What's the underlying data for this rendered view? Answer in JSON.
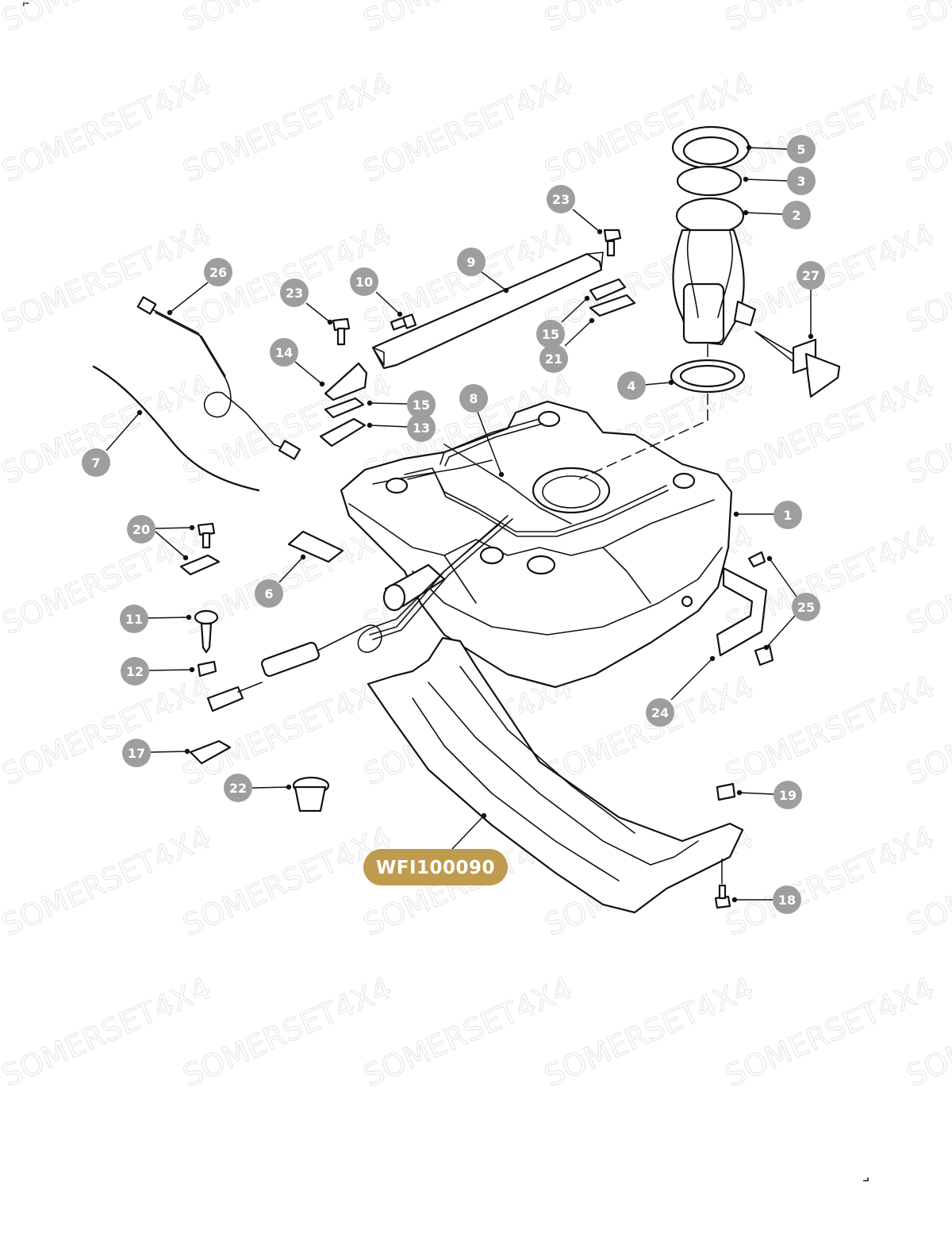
{
  "watermark": "SOMERSET4X4",
  "reference_code": "WFI100090",
  "colors": {
    "callout_fill": "#9e9e9e",
    "reference_fill": "#bf9b4e",
    "line": "#111111",
    "watermark": "#e3e3e3"
  },
  "callouts": [
    {
      "id": "c5",
      "label": "5"
    },
    {
      "id": "c3",
      "label": "3"
    },
    {
      "id": "c2",
      "label": "2"
    },
    {
      "id": "c27",
      "label": "27"
    },
    {
      "id": "c4",
      "label": "4"
    },
    {
      "id": "c1",
      "label": "1"
    },
    {
      "id": "c23a",
      "label": "23"
    },
    {
      "id": "c9",
      "label": "9"
    },
    {
      "id": "c15a",
      "label": "15"
    },
    {
      "id": "c21",
      "label": "21"
    },
    {
      "id": "c10",
      "label": "10"
    },
    {
      "id": "c23b",
      "label": "23"
    },
    {
      "id": "c26",
      "label": "26"
    },
    {
      "id": "c14",
      "label": "14"
    },
    {
      "id": "c15b",
      "label": "15"
    },
    {
      "id": "c13",
      "label": "13"
    },
    {
      "id": "c8",
      "label": "8"
    },
    {
      "id": "c7",
      "label": "7"
    },
    {
      "id": "c20",
      "label": "20"
    },
    {
      "id": "c6",
      "label": "6"
    },
    {
      "id": "c11",
      "label": "11"
    },
    {
      "id": "c12",
      "label": "12"
    },
    {
      "id": "c25",
      "label": "25"
    },
    {
      "id": "c24",
      "label": "24"
    },
    {
      "id": "c17",
      "label": "17"
    },
    {
      "id": "c22",
      "label": "22"
    },
    {
      "id": "c19",
      "label": "19"
    },
    {
      "id": "c18",
      "label": "18"
    }
  ]
}
